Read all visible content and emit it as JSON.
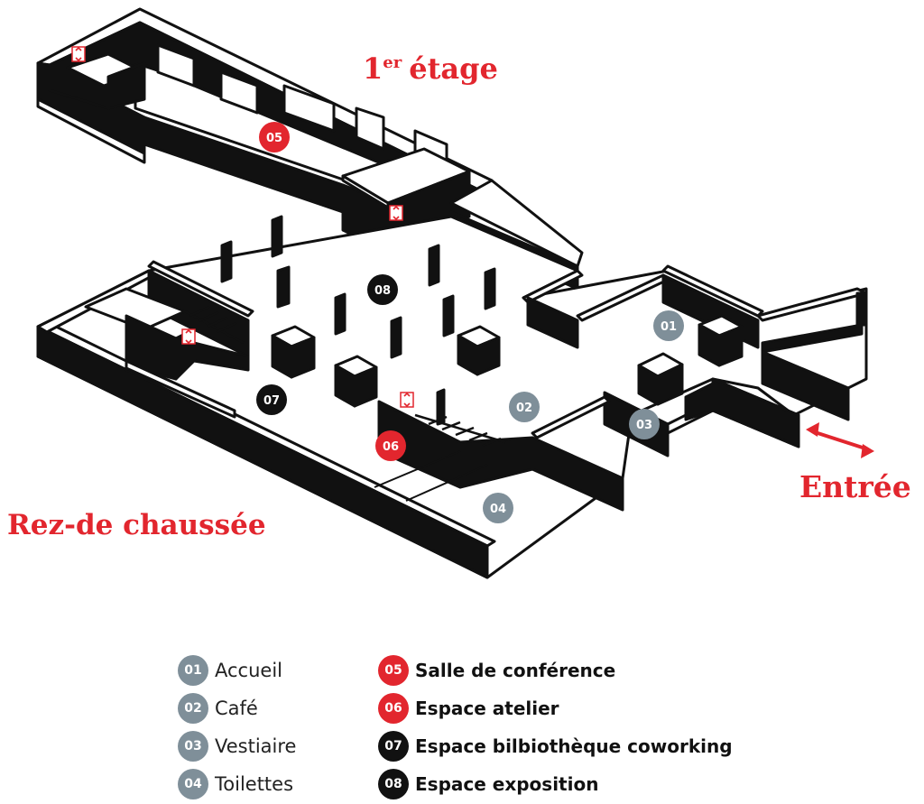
{
  "titles": {
    "first_floor_number": "1",
    "first_floor_sup": "er",
    "first_floor_word": "étage",
    "ground_floor": "Rez-de chaussée",
    "entrance": "Entrée"
  },
  "colors": {
    "red": "#e2262e",
    "grey": "#7f8f99",
    "black": "#111111"
  },
  "markers": [
    {
      "num": "05",
      "color": "red"
    },
    {
      "num": "08",
      "color": "black"
    },
    {
      "num": "01",
      "color": "grey"
    },
    {
      "num": "07",
      "color": "black"
    },
    {
      "num": "02",
      "color": "grey"
    },
    {
      "num": "03",
      "color": "grey"
    },
    {
      "num": "06",
      "color": "red"
    },
    {
      "num": "04",
      "color": "grey"
    }
  ],
  "legend": {
    "left": [
      {
        "num": "01",
        "label": "Accueil",
        "color": "grey"
      },
      {
        "num": "02",
        "label": "Café",
        "color": "grey"
      },
      {
        "num": "03",
        "label": "Vestiaire",
        "color": "grey"
      },
      {
        "num": "04",
        "label": "Toilettes",
        "color": "grey"
      }
    ],
    "right": [
      {
        "num": "05",
        "label": "Salle de conférence",
        "color": "red"
      },
      {
        "num": "06",
        "label": "Espace atelier",
        "color": "red"
      },
      {
        "num": "07",
        "label": "Espace bilbiothèque coworking",
        "color": "black"
      },
      {
        "num": "08",
        "label": "Espace exposition",
        "color": "black"
      }
    ]
  },
  "icons": {
    "elevator": "elevator-icon",
    "entrance_arrow": "double-arrow-icon"
  }
}
